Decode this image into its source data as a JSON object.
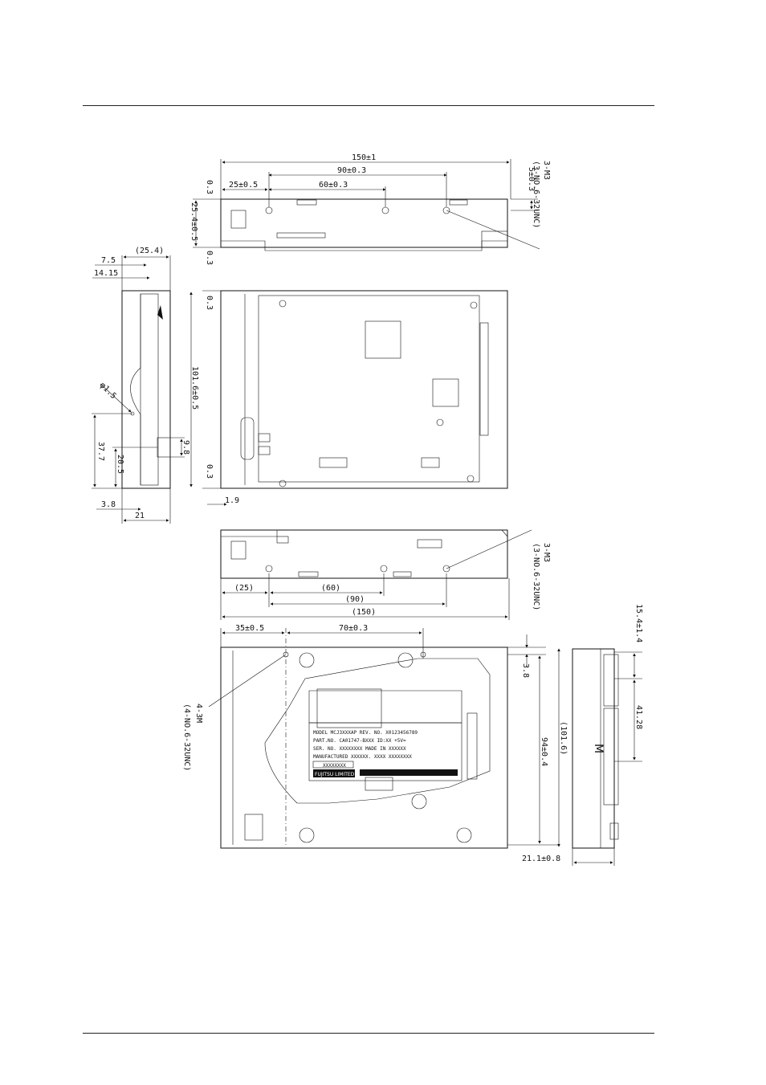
{
  "top_view": {
    "dims": {
      "overall_length": "150±1",
      "hole_pitch_90": "90±0.3",
      "hole_pitch_60": "60±0.3",
      "offset_25": "25±0.5",
      "edge_03_top": "0.3",
      "height_254": "25.4±0.5",
      "edge_03_bottom": "0.3",
      "hole_height": "5±0.3"
    },
    "screw_note_line1": "3-M3",
    "screw_note_line2": "(3-NO.6-32UNC)"
  },
  "end_view": {
    "dims": {
      "width_254": "(25.4)",
      "d_75": "7.5",
      "d_1415": "14.15",
      "hole_dia": "φ1.5",
      "d_377": "37.7",
      "d_205": "20.5",
      "d_98": "9.8",
      "d_38": "3.8",
      "d_21": "21"
    }
  },
  "plan_view": {
    "dims": {
      "edge_03_top": "0.3",
      "width_1016": "101.6±0.5",
      "edge_03_bottom": "0.3",
      "d_19": "1.9"
    }
  },
  "side_view": {
    "dims": {
      "ref_25": "(25)",
      "ref_60": "(60)",
      "ref_90": "(90)",
      "ref_150": "(150)"
    },
    "screw_note_line1": "3-M3",
    "screw_note_line2": "(3-NO.6-32UNC)"
  },
  "bottom_view": {
    "dims": {
      "d_35": "35±0.5",
      "d_70": "70±0.3",
      "d_38": "3.8",
      "d_94": "94±0.4",
      "ref_1016": "(101.6)"
    },
    "screw_note_line1": "4-3M",
    "screw_note_line2": "(4-NO.6-32UNC)",
    "label": {
      "model_line": "MODEL MCJ3XXXAP REV. NO.  X0123456789",
      "part_line": "PART.NO. CA01747-BXXX ID:XX  +5V=",
      "ser_line": "SER. NO.  XXXXXXXX   MADE IN XXXXXX",
      "mfg_line": "MANUFACTURED XXXXXX. XXXX XXXXXXXX",
      "serial_box": "XXXXXXXX",
      "brand": "FUJITSU LIMITED"
    }
  },
  "rear_view": {
    "dims": {
      "d_154": "15.4±1.4",
      "d_4128": "41.28",
      "d_211": "21.1±0.8"
    },
    "mark": "M"
  }
}
